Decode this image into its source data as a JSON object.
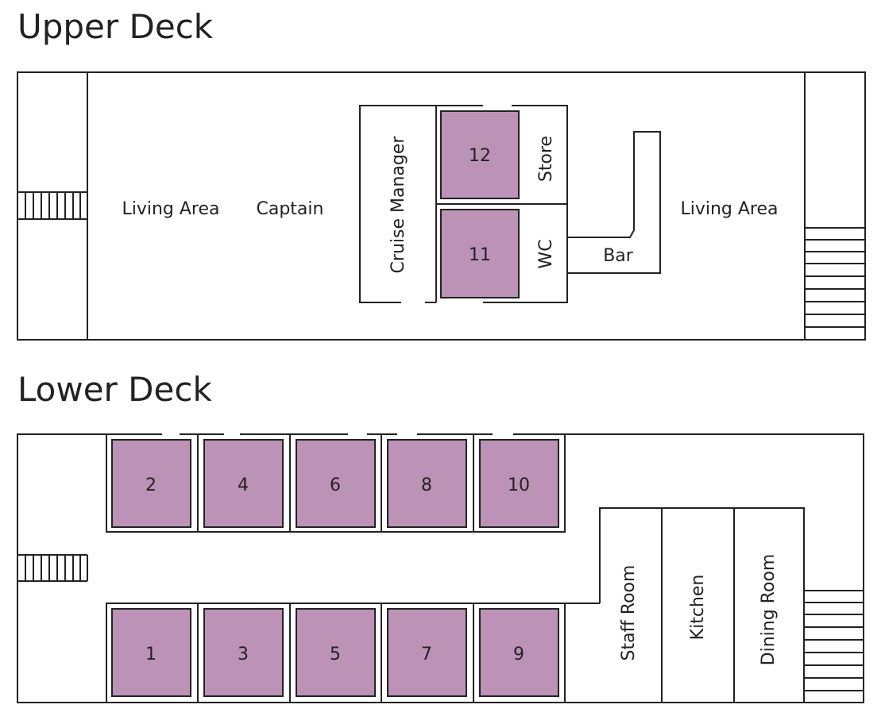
{
  "colors": {
    "cabin_fill": "#bd92b7",
    "line": "#222222",
    "background": "#ffffff"
  },
  "upper_deck": {
    "title": "Upper Deck",
    "labels": {
      "living_area_left": "Living Area",
      "captain": "Captain",
      "cruise_manager": "Cruise Manager",
      "store": "Store",
      "wc": "WC",
      "bar": "Bar",
      "living_area_right": "Living Area"
    },
    "cabins": [
      "12",
      "11"
    ]
  },
  "lower_deck": {
    "title": "Lower Deck",
    "cabins_top": [
      "2",
      "4",
      "6",
      "8",
      "10"
    ],
    "cabins_bottom": [
      "1",
      "3",
      "5",
      "7",
      "9"
    ],
    "labels": {
      "staff_room": "Staff Room",
      "kitchen": "Kitchen",
      "dining_room": "Dining Room"
    }
  }
}
